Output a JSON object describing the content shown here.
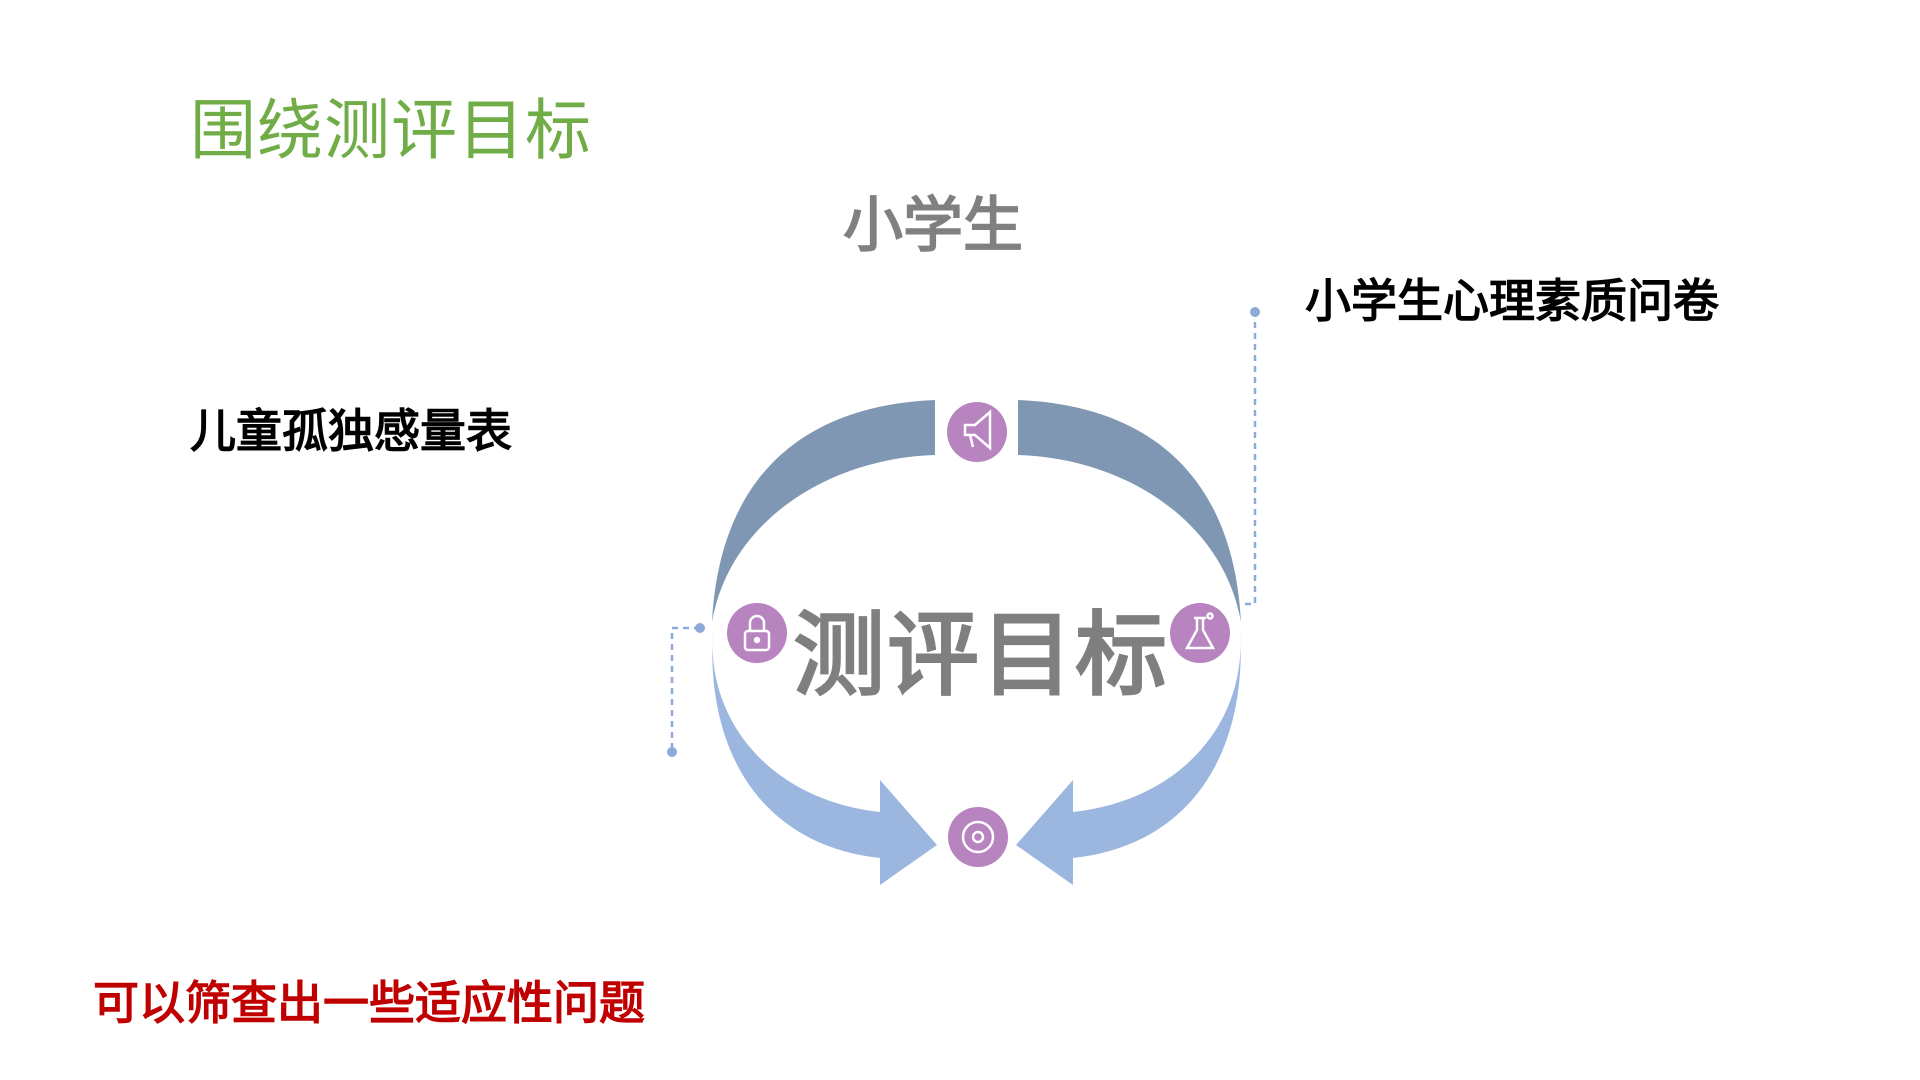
{
  "slide": {
    "title": "围绕测评目标",
    "audience": "小学生",
    "center_label": "测评目标",
    "left_label": "儿童孤独感量表",
    "right_label": "小学生心理素质问卷",
    "bottom_note": "可以筛查出一些适应性问题"
  },
  "colors": {
    "title": "#70ad47",
    "upper_arc": "#8097b4",
    "lower_arc": "#9bb7e0",
    "icon_circle": "#b784c0",
    "connector": "#8eaadb",
    "note": "#c00000",
    "center_text": "#7f7f7f"
  },
  "icons": {
    "top": "megaphone-icon",
    "left": "lock-icon",
    "right": "flask-icon",
    "bottom": "disc-icon"
  }
}
